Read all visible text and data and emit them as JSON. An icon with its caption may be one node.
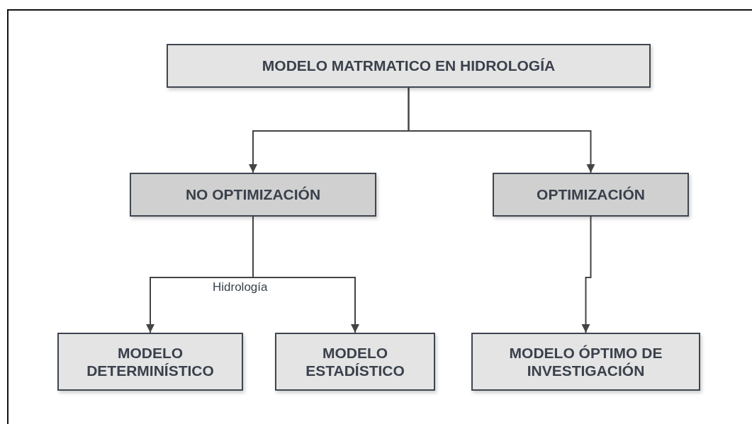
{
  "diagram": {
    "nodes": [
      {
        "text": [
          "MODELO MATRMATICO EN HIDROLOGÍA"
        ]
      },
      {
        "text": [
          "NO OPTIMIZACIÓN"
        ]
      },
      {
        "text": [
          "OPTIMIZACIÓN"
        ]
      },
      {
        "text": [
          "MODELO DETERMINÍSTICO"
        ]
      },
      {
        "text": [
          "MODELO ESTADÍSTICO"
        ]
      },
      {
        "text": [
          "MODELO ÓPTIMO DE INVESTIGACIÓN"
        ]
      }
    ],
    "edges": [
      {
        "from": 0,
        "to": 1,
        "arrow": "to"
      },
      {
        "from": 0,
        "to": 2,
        "arrow": "to"
      },
      {
        "from": 1,
        "to": 3,
        "arrow": "to"
      },
      {
        "from": 1,
        "to": 4,
        "arrow": "to"
      },
      {
        "from": 2,
        "to": 5,
        "arrow": "to"
      }
    ],
    "labels": [
      "Hidrología"
    ]
  }
}
